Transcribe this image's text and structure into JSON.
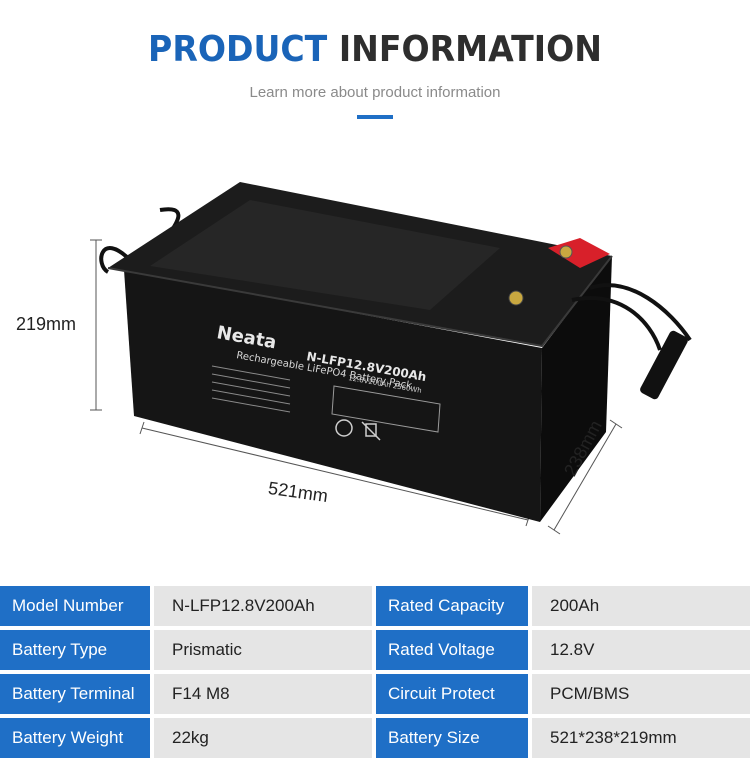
{
  "header": {
    "title_part1": "PRODUCT",
    "title_part2": "INFORMATION",
    "subtitle": "Learn more about product information"
  },
  "dimensions": {
    "height": "219mm",
    "length": "521mm",
    "width": "238mm"
  },
  "battery_label": {
    "brand": "Neata",
    "model": "N-LFP12.8V200Ah",
    "description": "Rechargeable LiFePO4 Battery Pack",
    "rating": "12.8V200Ah 2560Wh"
  },
  "specs": [
    {
      "label1": "Model Number",
      "value1": "N-LFP12.8V200Ah",
      "label2": "Rated Capacity",
      "value2": "200Ah"
    },
    {
      "label1": "Battery Type",
      "value1": "Prismatic",
      "label2": "Rated Voltage",
      "value2": "12.8V"
    },
    {
      "label1": "Battery Terminal",
      "value1": "F14 M8",
      "label2": "Circuit Protect",
      "value2": "PCM/BMS"
    },
    {
      "label1": "Battery Weight",
      "value1": "22kg",
      "label2": "Battery Size",
      "value2": "521*238*219mm"
    }
  ],
  "colors": {
    "accent_blue": "#1f6fc6",
    "title_blue": "#1a64b8",
    "cell_gray": "#e5e5e5",
    "terminal_red": "#d8202a"
  }
}
